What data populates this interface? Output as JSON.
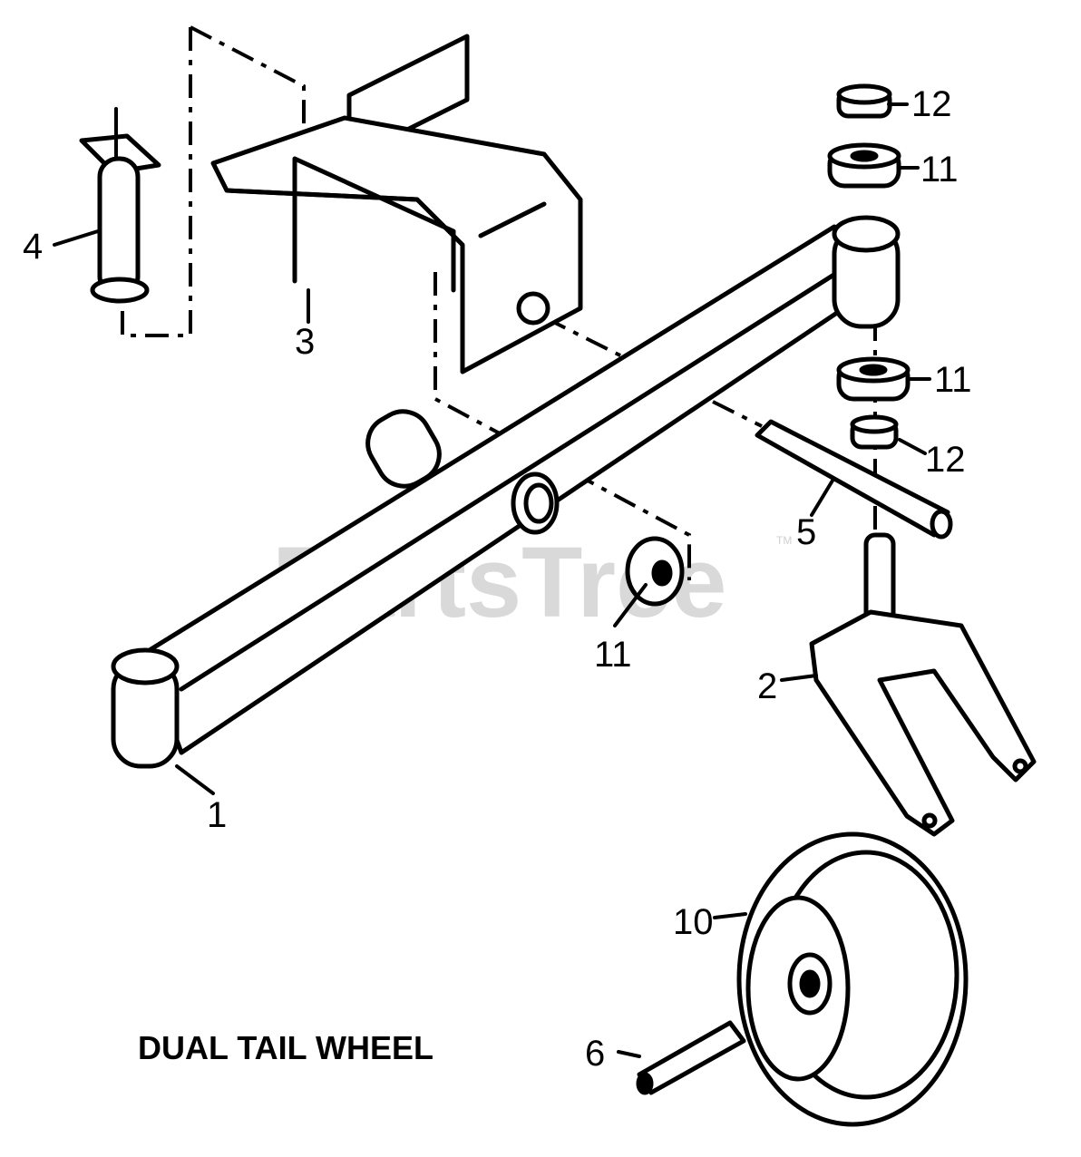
{
  "diagram": {
    "title": "DUAL TAIL WHEEL",
    "watermark": "PartsTree",
    "watermark_mark": "TM",
    "callouts": {
      "c1": "1",
      "c2": "2",
      "c3": "3",
      "c4": "4",
      "c5": "5",
      "c6": "6",
      "c10": "10",
      "c11_top": "11",
      "c11_mid": "11",
      "c11_low": "11",
      "c12_top": "12",
      "c12_mid": "12"
    }
  }
}
